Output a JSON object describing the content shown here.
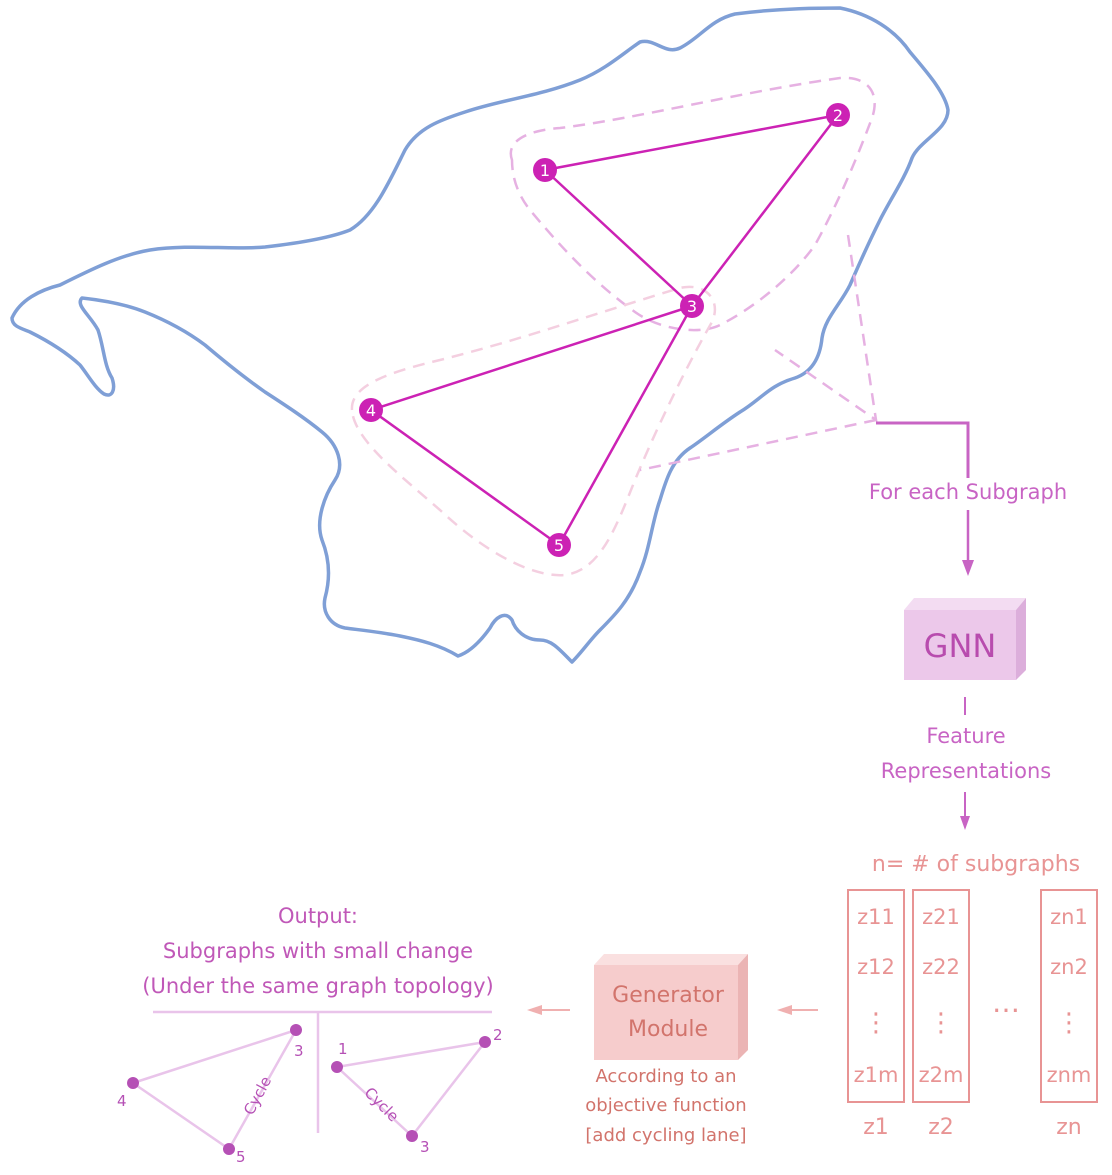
{
  "graph": {
    "nodes": [
      {
        "id": "1",
        "label": "1"
      },
      {
        "id": "2",
        "label": "2"
      },
      {
        "id": "3",
        "label": "3"
      },
      {
        "id": "4",
        "label": "4"
      },
      {
        "id": "5",
        "label": "5"
      }
    ],
    "edges": [
      [
        "1",
        "2"
      ],
      [
        "1",
        "3"
      ],
      [
        "2",
        "3"
      ],
      [
        "3",
        "4"
      ],
      [
        "3",
        "5"
      ],
      [
        "4",
        "5"
      ]
    ]
  },
  "flow": {
    "for_each": "For each Subgraph",
    "gnn": "GNN",
    "feature_line1": "Feature",
    "feature_line2": "Representations",
    "n_label": "n=  #  of  subgraphs",
    "generator_line1": "Generator",
    "generator_line2": "Module",
    "objective_line1": "According to an",
    "objective_line2": "objective function",
    "objective_line3": "[add cycling lane]"
  },
  "matrix": {
    "columns": [
      {
        "name": "z1",
        "cells": [
          "z11",
          "z12",
          "⋮",
          "z1m"
        ]
      },
      {
        "name": "z2",
        "cells": [
          "z21",
          "z22",
          "⋮",
          "z2m"
        ]
      },
      {
        "name": "zn",
        "cells": [
          "zn1",
          "zn2",
          "⋮",
          "znm"
        ]
      }
    ],
    "ellipsis": "…"
  },
  "output": {
    "line1": "Output:",
    "line2": "Subgraphs with small change",
    "line3": "(Under the same graph topology)",
    "left_nodes": [
      "3",
      "4",
      "5"
    ],
    "left_cycle": "Cycle",
    "right_nodes": [
      "1",
      "2",
      "3"
    ],
    "right_cycle": "Cycle"
  },
  "colors": {
    "outline": "#7f9fd6",
    "graph": "#cc22b4",
    "dashed": "#e6b1e2",
    "dashed_light": "#f4cfe0",
    "flow": "#c864c4",
    "gnn_fill": "#ecc8ea",
    "matrix": "#e89494",
    "generator_fill": "#f6cccc",
    "generator_text": "#d2746c",
    "output_text": "#c058b8",
    "output_graph": "#b550b5",
    "output_edge": "#e9c4ea"
  }
}
